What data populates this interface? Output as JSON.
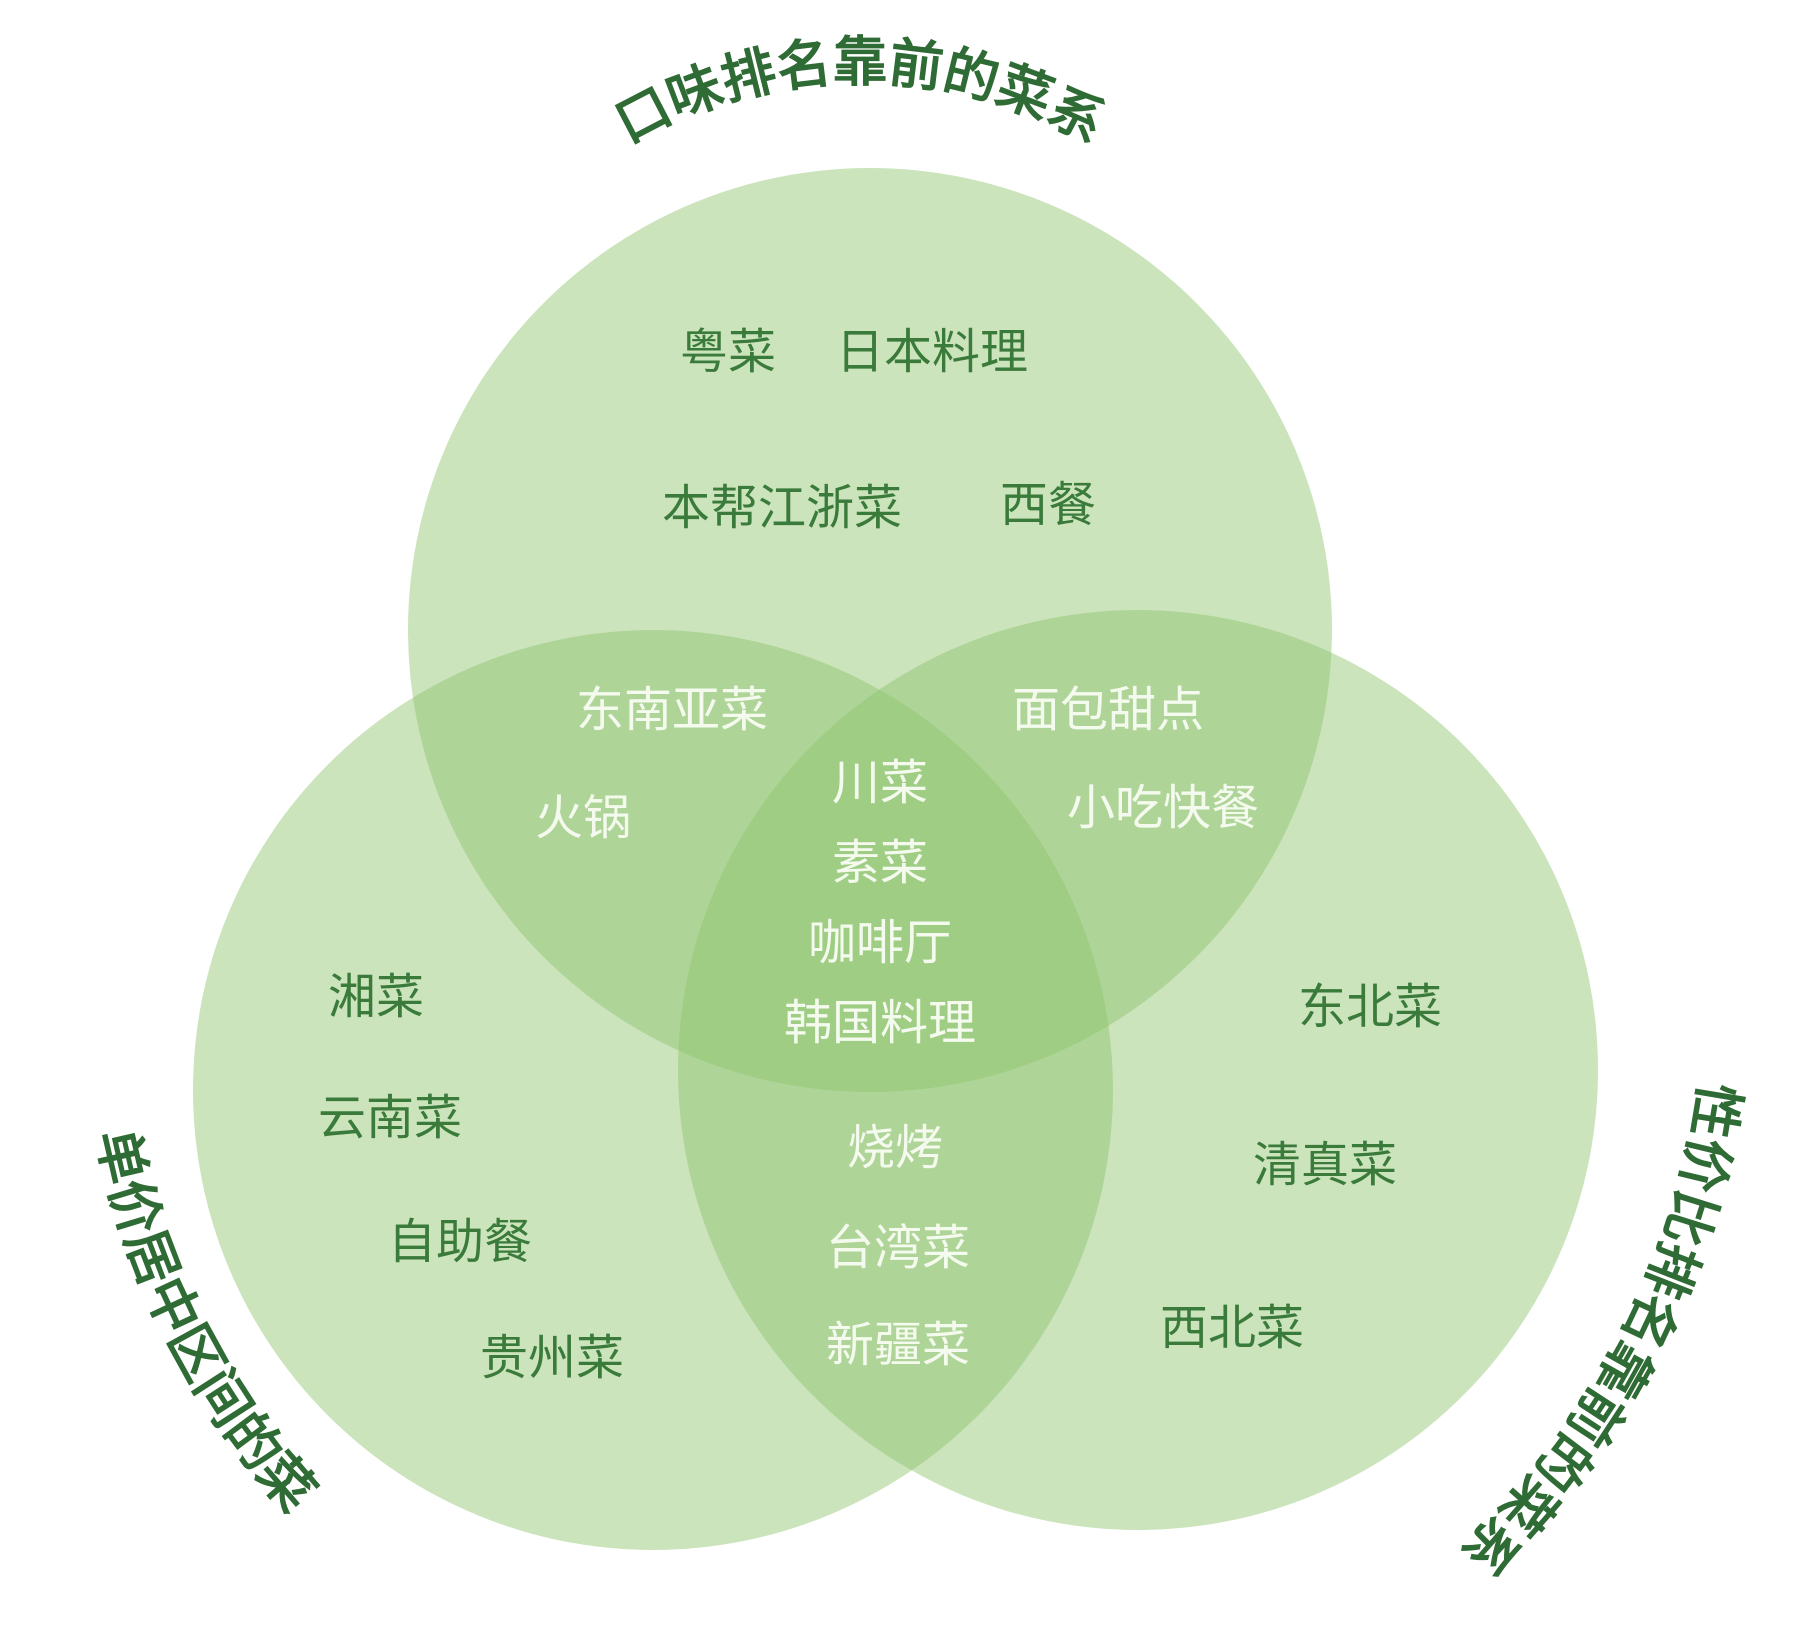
{
  "sets": {
    "top": {
      "title": "口味排名靠前的菜系",
      "items": [
        "粤菜",
        "日本料理",
        "本帮江浙菜",
        "西餐"
      ]
    },
    "left": {
      "title": "客单价居中区间的菜系",
      "items": [
        "湘菜",
        "云南菜",
        "自助餐",
        "贵州菜"
      ]
    },
    "right": {
      "title": "性价比排名靠前的菜系",
      "items": [
        "东北菜",
        "清真菜",
        "西北菜"
      ]
    }
  },
  "intersections": {
    "top_left": [
      "东南亚菜",
      "火锅"
    ],
    "top_right": [
      "面包甜点",
      "小吃快餐"
    ],
    "left_right": [
      "烧烤",
      "台湾菜",
      "新疆菜"
    ],
    "all": [
      "川菜",
      "素菜",
      "咖啡厅",
      "韩国料理"
    ]
  },
  "colors": {
    "circle_fill": "#8cc46a",
    "title_text": "#2f6b34",
    "single_item_text": "#3a7a3a",
    "overlap_item_text": "#f4faee"
  }
}
